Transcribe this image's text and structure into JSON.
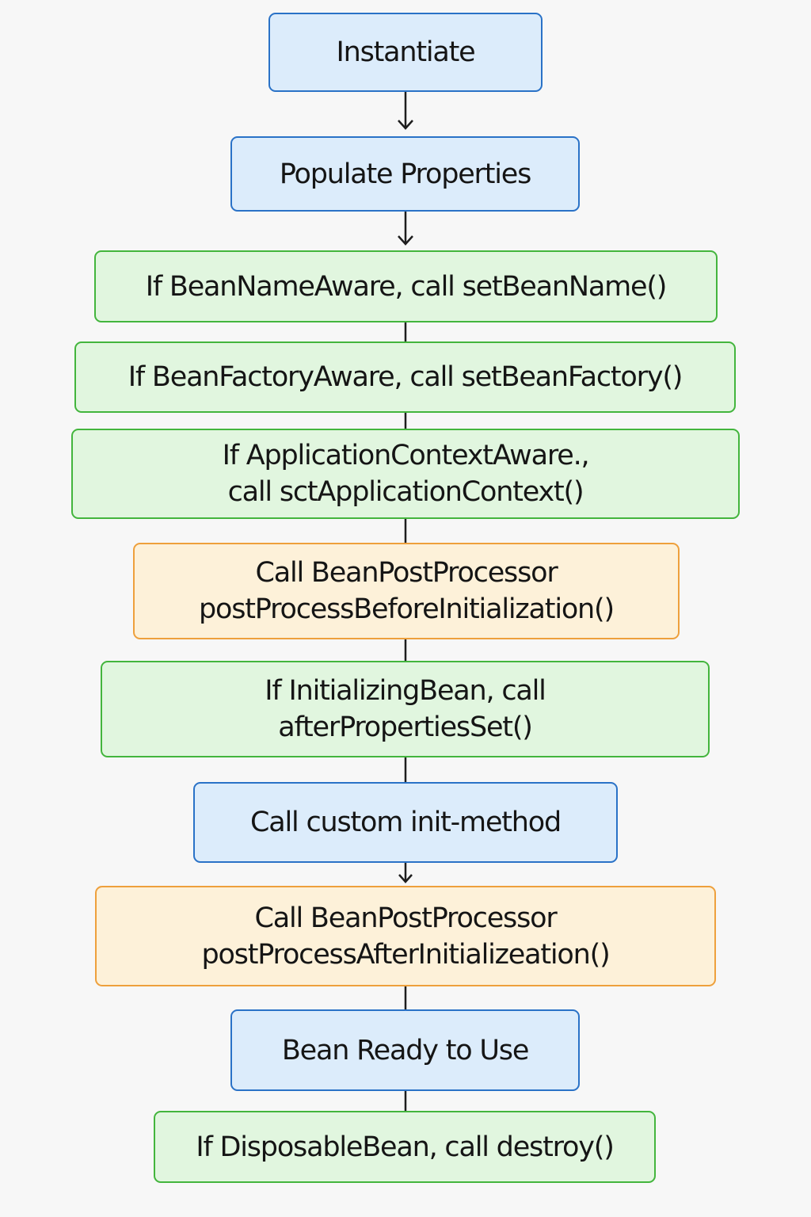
{
  "colors": {
    "blue_fill": "#dcecfb",
    "blue_border": "#2a72c7",
    "green_fill": "#e1f6df",
    "green_border": "#43b53d",
    "orange_fill": "#fdf1d9",
    "orange_border": "#eea03c",
    "connector": "#1d1d1d"
  },
  "steps": [
    {
      "label": "Instantiate",
      "color": "blue"
    },
    {
      "label": "Populate Properties",
      "color": "blue"
    },
    {
      "label": "If BeanNameAware, call setBeanName()",
      "color": "green"
    },
    {
      "label": "If BeanFactoryAware, call setBeanFactory()",
      "color": "green"
    },
    {
      "label": "If ApplicationContextAware.,\ncall sctApplicationContext()",
      "color": "green"
    },
    {
      "label": "Call BeanPostProcessor\npostProcessBeforeInitialization()",
      "color": "orange"
    },
    {
      "label": "If InitializingBean, call\nafterPropertiesSet()",
      "color": "green"
    },
    {
      "label": "Call custom init-method",
      "color": "blue"
    },
    {
      "label": "Call BeanPostProcessor\npostProcessAfterInitializeation()",
      "color": "orange"
    },
    {
      "label": "Bean Ready to Use",
      "color": "blue"
    },
    {
      "label": "If DisposableBean, call destroy()",
      "color": "green"
    }
  ]
}
